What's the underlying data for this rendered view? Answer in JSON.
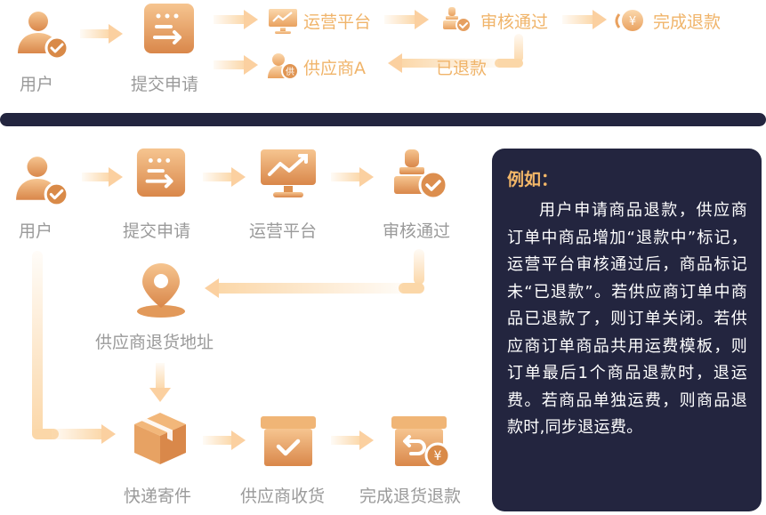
{
  "top_flow": {
    "user": "用户",
    "submit": "提交申请",
    "ops_platform": "运营平台",
    "review_passed": "审核通过",
    "refund_done": "完成退款",
    "supplier_a": "供应商A",
    "refunded": "已退款"
  },
  "bottom_flow": {
    "user": "用户",
    "submit": "提交申请",
    "ops_platform": "运营平台",
    "review_passed": "审核通过",
    "supplier_return_address": "供应商退货地址",
    "express_mail": "快递寄件",
    "supplier_receive": "供应商收货",
    "return_refund_done": "完成退货退款"
  },
  "note": {
    "title": "例如：",
    "body": "用户申请商品退款，供应商订单中商品增加“退款中”标记，运营平台审核通过后，商品标记未“已退款”。若供应商订单中商品已退款了，则订单关闭。若供应商订单商品共用运费模板，则订单最后1个商品退款时，退运费。若商品单独运费，则商品退款时,同步退运费。"
  },
  "colors": {
    "accent": "#e9a05e",
    "accent_dark": "#d98a48",
    "arrow": "#fbd0a0",
    "label_gray": "#9a9a9a",
    "label_orange": "#f0b46a",
    "navy": "#23253f"
  },
  "icons": {
    "user": "user-check-icon",
    "submit": "form-submit-icon",
    "ops": "monitor-chart-icon",
    "review": "approval-stamp-icon",
    "refund": "yen-coin-refund-icon",
    "supplier": "supplier-user-icon",
    "location": "location-pin-icon",
    "express": "parcel-box-icon",
    "receive": "box-check-icon",
    "return_refund": "return-yen-box-icon"
  }
}
